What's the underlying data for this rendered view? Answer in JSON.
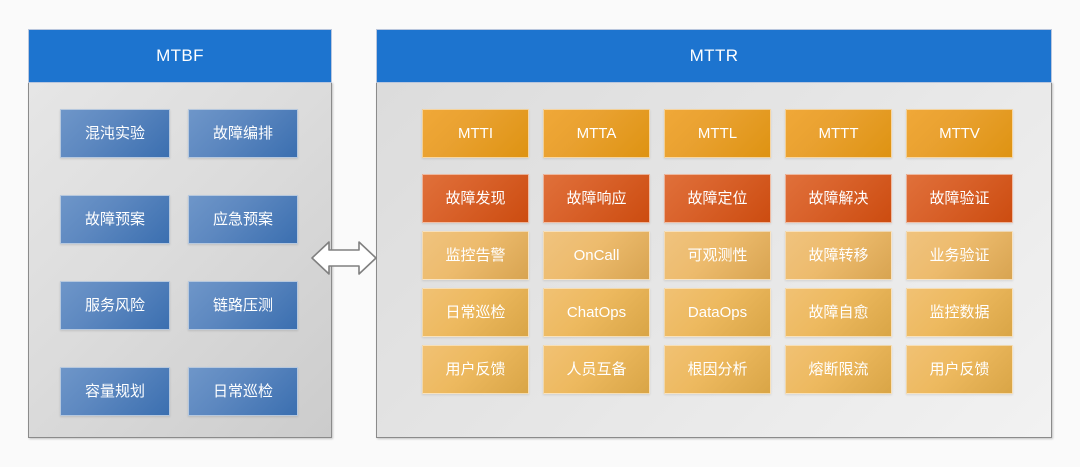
{
  "diagram": {
    "title_visible": false,
    "colors": {
      "header_blue": "#1d74cf",
      "mtbf_box_blue": "#4a7ebc",
      "mttr_amber": "#e39a23",
      "mttr_red": "#d35a1d",
      "mttr_sand": "#eab96a",
      "mttr_gold": "#eabb63",
      "panel_bg_left": "#dcdcdc",
      "panel_bg_right": "#e9e9e9",
      "panel_border": "#8b8b8b",
      "arrow_fill": "#ffffff",
      "arrow_stroke": "#808080"
    },
    "connector": {
      "icon": "double-arrow-horizontal-icon",
      "direction": "bidirectional"
    },
    "panels": [
      {
        "id": "mtbf",
        "header": "MTBF",
        "columns": 2,
        "rows": [
          [
            "混沌实验",
            "故障编排"
          ],
          [
            "故障预案",
            "应急预案"
          ],
          [
            "服务风险",
            "链路压测"
          ],
          [
            "容量规划",
            "日常巡检"
          ]
        ]
      },
      {
        "id": "mttr",
        "header": "MTTR",
        "columns": 5,
        "rows": [
          {
            "tone": "amber",
            "cells": [
              "MTTI",
              "MTTA",
              "MTTL",
              "MTTT",
              "MTTV"
            ]
          },
          {
            "tone": "red",
            "cells": [
              "故障发现",
              "故障响应",
              "故障定位",
              "故障解决",
              "故障验证"
            ]
          },
          {
            "tone": "sand",
            "cells": [
              "监控告警",
              "OnCall",
              "可观测性",
              "故障转移",
              "业务验证"
            ]
          },
          {
            "tone": "gold",
            "cells": [
              "日常巡检",
              "ChatOps",
              "DataOps",
              "故障自愈",
              "监控数据"
            ]
          },
          {
            "tone": "gold",
            "cells": [
              "用户反馈",
              "人员互备",
              "根因分析",
              "熔断限流",
              "用户反馈"
            ]
          }
        ]
      }
    ]
  }
}
